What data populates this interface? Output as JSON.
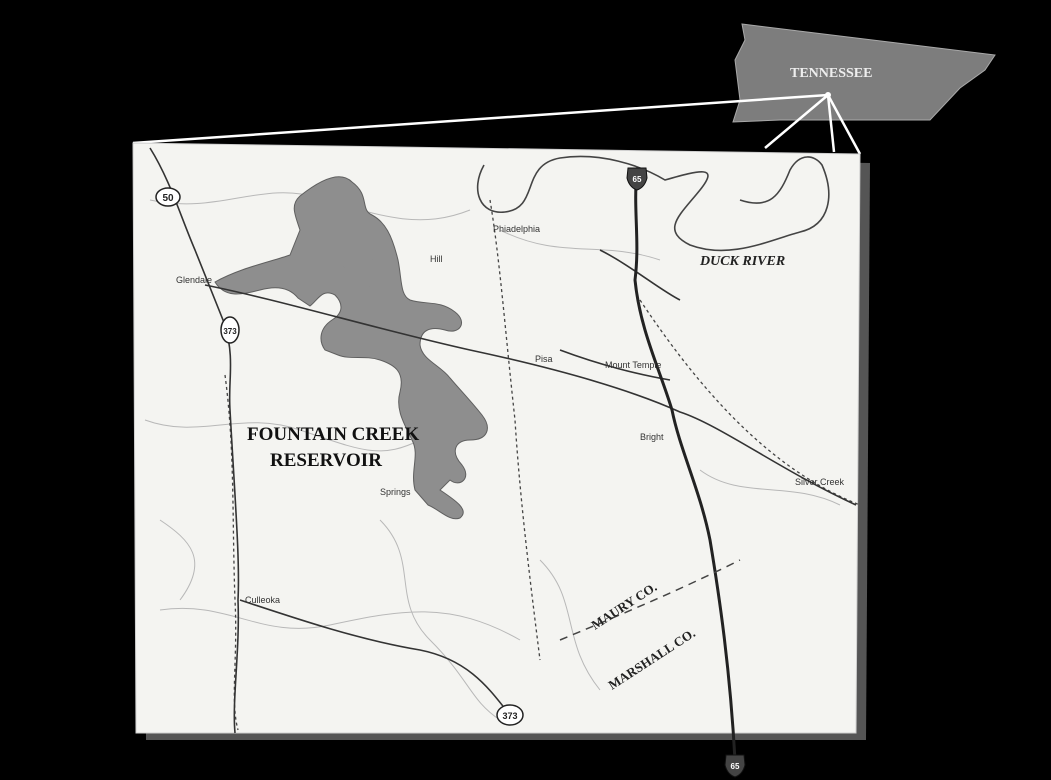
{
  "state_label": "TENNESSEE",
  "reservoir_label": [
    "FOUNTAIN CREEK",
    "RESERVOIR"
  ],
  "river_label": "DUCK RIVER",
  "county_labels": {
    "north": "MAURY CO.",
    "south": "MARSHALL CO."
  },
  "towns": {
    "glendale": "Glendale",
    "phiadelphia": "Phiadelphia",
    "hill": "Hill",
    "pisa": "Pisa",
    "mount_temple": "Mount Temple",
    "bright": "Bright",
    "springs": "Springs",
    "silver": "Silver Creek",
    "culleoka": "Culleoka"
  },
  "shields": {
    "route_50": "50",
    "route_373_north": "373",
    "route_373_south": "373",
    "interstate_north": "65",
    "interstate_south": "65"
  },
  "colors": {
    "background": "#000000",
    "map_paper": "#f4f4f1",
    "reservoir": "#8e8e8e",
    "state": "#7d7d7d",
    "roads": "#333333",
    "callout": "#ffffff"
  }
}
